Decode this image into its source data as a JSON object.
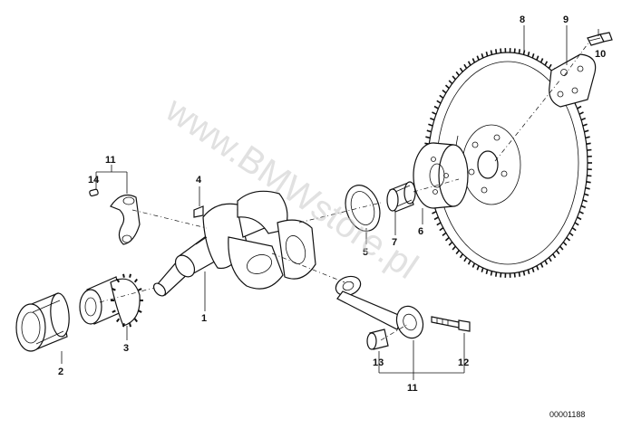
{
  "watermark": "www.BMWstore.pl",
  "reference_number": "00001188",
  "callouts": {
    "c1": "1",
    "c2": "2",
    "c3": "3",
    "c4": "4",
    "c5": "5",
    "c6": "6",
    "c7": "7",
    "c8": "8",
    "c9": "9",
    "c10": "10",
    "c11_top": "11",
    "c11_bottom": "11",
    "c12": "12",
    "c13": "13",
    "c14": "14"
  },
  "colors": {
    "line": "#111111",
    "watermark": "#c9c9c9",
    "background": "#ffffff"
  }
}
